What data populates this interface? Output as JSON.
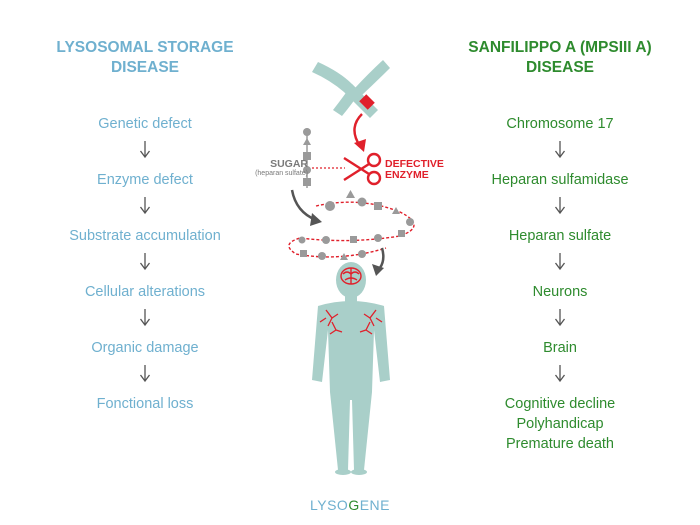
{
  "left": {
    "title_line1": "LYSOSOMAL STORAGE",
    "title_line2": "DISEASE",
    "steps": [
      "Genetic defect",
      "Enzyme defect",
      "Substrate accumulation",
      "Cellular alterations",
      "Organic damage",
      "Fonctional loss"
    ]
  },
  "right": {
    "title_line1": "SANFILIPPO A (MPSIII A)",
    "title_line2": "DISEASE",
    "steps": [
      "Chromosome 17",
      "Heparan sulfamidase",
      "Heparan sulfate",
      "Neurons",
      "Brain"
    ],
    "final_lines": [
      "Cognitive decline",
      "Polyhandicap",
      "Premature death"
    ]
  },
  "illustration": {
    "sugar_label": "SUGAR",
    "sugar_sub": "(heparan sulfate)",
    "defect_line1": "DEFECTIVE",
    "defect_line2": "ENZYME"
  },
  "logo": {
    "part1": "LYSO",
    "part2": "G",
    "part3": "ENE"
  },
  "colors": {
    "left": "#6fb0cf",
    "right": "#2e8b2e",
    "accent": "#e0202b",
    "figure": "#a9cfc9",
    "grey": "#9a9a9a"
  }
}
